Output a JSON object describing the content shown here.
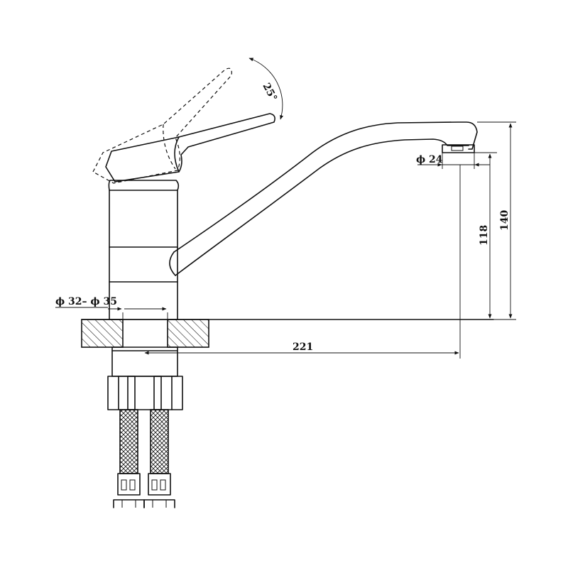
{
  "drawing": {
    "subject": "single-lever kitchen faucet side elevation",
    "dimensions": {
      "lever_angle": "25°",
      "aerator_diameter": "ϕ 24",
      "spout_outlet_height": "118",
      "overall_height": "140",
      "spout_reach": "221",
      "mounting_hole": "ϕ 32– ϕ 35"
    }
  }
}
